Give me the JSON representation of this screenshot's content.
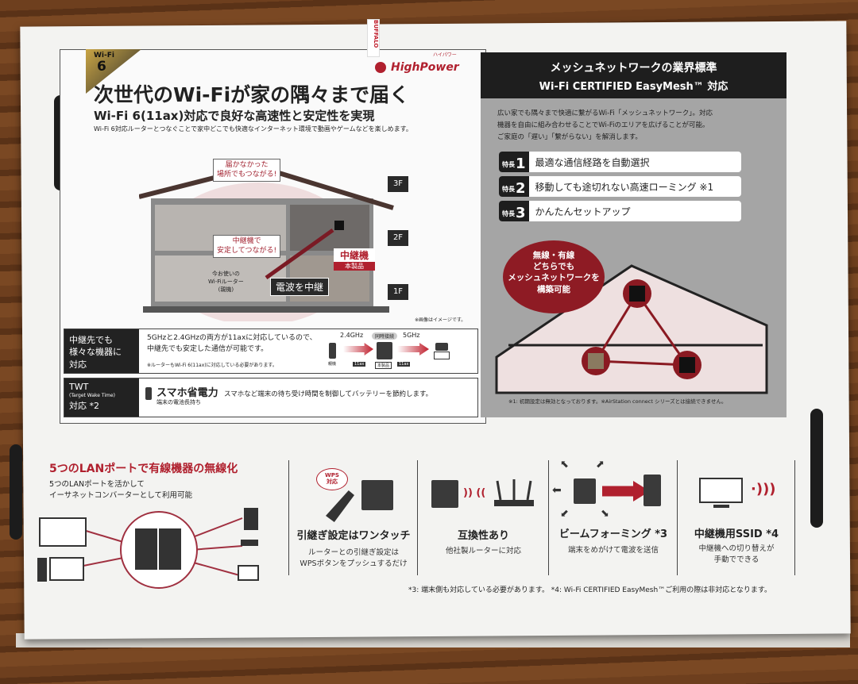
{
  "brand": {
    "wifi_badge_top": "Wi-Fi",
    "wifi_badge_num": "6",
    "logo_text": "HighPower",
    "logo_kana": "ハイパワー",
    "tape_text": "BUFFALO"
  },
  "left": {
    "title": "次世代のWi-Fiが家の隅々まで届く",
    "subtitle": "Wi-Fi 6(11ax)対応で良好な高速性と安定性を実現",
    "description": "Wi-Fi 6対応ルーターとつなぐことで家中どこでも快適なインターネット環境で動画やゲームなどを楽しめます。",
    "house": {
      "callout_top": "届かなかった\n場所でもつながる!",
      "callout_mid": "中継機で\n安定してつながる!",
      "router_label": "今お使いの\nWi-Fiルーター\n(親機)",
      "relay_label": "電波を中継",
      "repeater_title": "中継機",
      "repeater_sub": "本製品",
      "floors": [
        "3F",
        "2F",
        "1F"
      ],
      "image_note": "※画像はイメージです。"
    },
    "row1": {
      "head": "中継先でも\n様々な機器に\n対応",
      "text": "5GHzと2.4GHzの両方が11axに対応しているので、\n中継先でも安定した通信が可能です。",
      "note": "※ルーターもWi-Fi 6(11ax)に対応している必要があります。",
      "band_a": "2.4GHz",
      "band_mid": "同時接続",
      "band_b": "5GHz",
      "label_parent": "親機",
      "label_11ax": "11ax",
      "label_product": "本製品"
    },
    "row2": {
      "head": "TWT",
      "head_sub": "(Target Wake Time)",
      "head_bottom": "対応 *2",
      "title": "スマホ省電力",
      "title_sub": "端末の電池長持ち",
      "text": "スマホなど端末の待ち受け時間を制御してバッテリーを節約します。"
    }
  },
  "right": {
    "header_line1": "メッシュネットワークの業界標準",
    "header_line2": "Wi-Fi CERTIFIED EasyMesh™ 対応",
    "body": "広い家でも隅々まで快適に繋がるWi-Fi「メッシュネットワーク」。対応\n機器を自由に組み合わせることでWi-Fiのエリアを広げることが可能。\nご家庭の「遅い」「繋がらない」を解消します。",
    "features": [
      {
        "tag": "特長",
        "num": "1",
        "text": "最適な通信経路を自動選択"
      },
      {
        "tag": "特長",
        "num": "2",
        "text": "移動しても途切れない高速ローミング ※1"
      },
      {
        "tag": "特長",
        "num": "3",
        "text": "かんたんセットアップ"
      }
    ],
    "bubble": "無線・有線\nどちらでも\nメッシュネットワークを\n構築可能",
    "footnote": "※1: 初期設定は無効となっております。※AirStation connect シリーズとは接続できません。"
  },
  "bottom": {
    "lan": {
      "title": "5つのLANポートで有線機器の無線化",
      "desc": "5つのLANポートを活かして\nイーサネットコンバーターとして利用可能"
    },
    "sections": [
      {
        "title": "引継ぎ設定はワンタッチ",
        "desc": "ルーターとの引継ぎ設定は\nWPSボタンをプッシュするだけ",
        "badge": "WPS\n対応"
      },
      {
        "title": "互換性あり",
        "desc": "他社製ルーターに対応"
      },
      {
        "title": "ビームフォーミング *3",
        "desc": "端末をめがけて電波を送信"
      },
      {
        "title": "中継機用SSID *4",
        "desc": "中継機への切り替えが\n手動でできる"
      }
    ],
    "footnote": "*3: 端末側も対応している必要があります。 *4: Wi-Fi CERTIFIED EasyMesh™ご利用の際は非対応となります。"
  },
  "colors": {
    "accent": "#b0202e",
    "dark": "#1e1e1e",
    "panel_gray": "#a5a5a5"
  }
}
